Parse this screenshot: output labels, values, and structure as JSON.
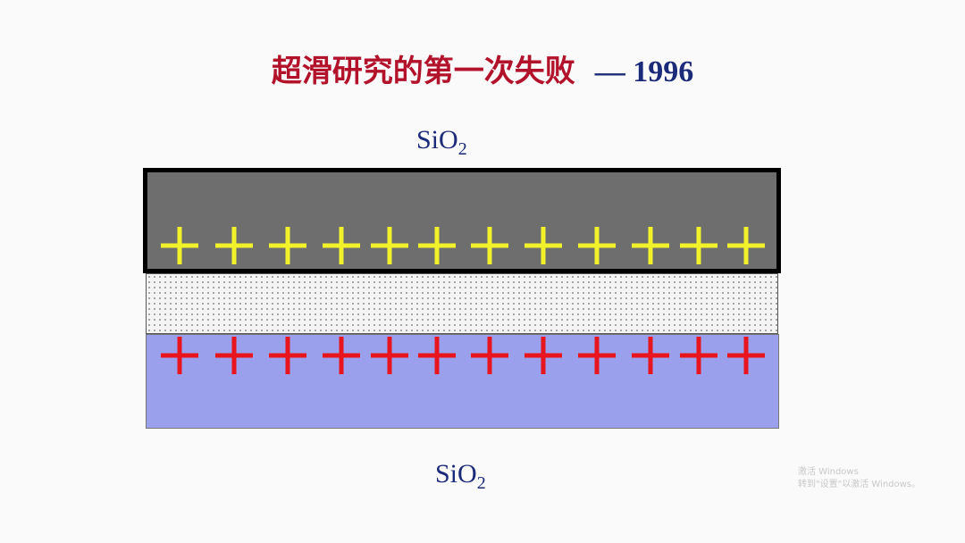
{
  "slide": {
    "title_cn": "超滑研究的第一次失败",
    "title_year": "— 1996",
    "label_top": {
      "text": "SiO",
      "sub": "2"
    },
    "label_bottom": {
      "text": "SiO",
      "sub": "2"
    },
    "charges_top": {
      "symbol": "+",
      "count": 12,
      "color": "#f2f22a"
    },
    "charges_bottom": {
      "symbol": "+",
      "count": 12,
      "color": "#e8141e"
    },
    "colors": {
      "title_cn": "#b3122b",
      "title_year": "#1c2a7a",
      "top_plate": "#6e6e6e",
      "bottom_plate": "#9aa0ec"
    },
    "watermark": {
      "line1": "激活 Windows",
      "line2": "转到\"设置\"以激活 Windows。"
    }
  }
}
